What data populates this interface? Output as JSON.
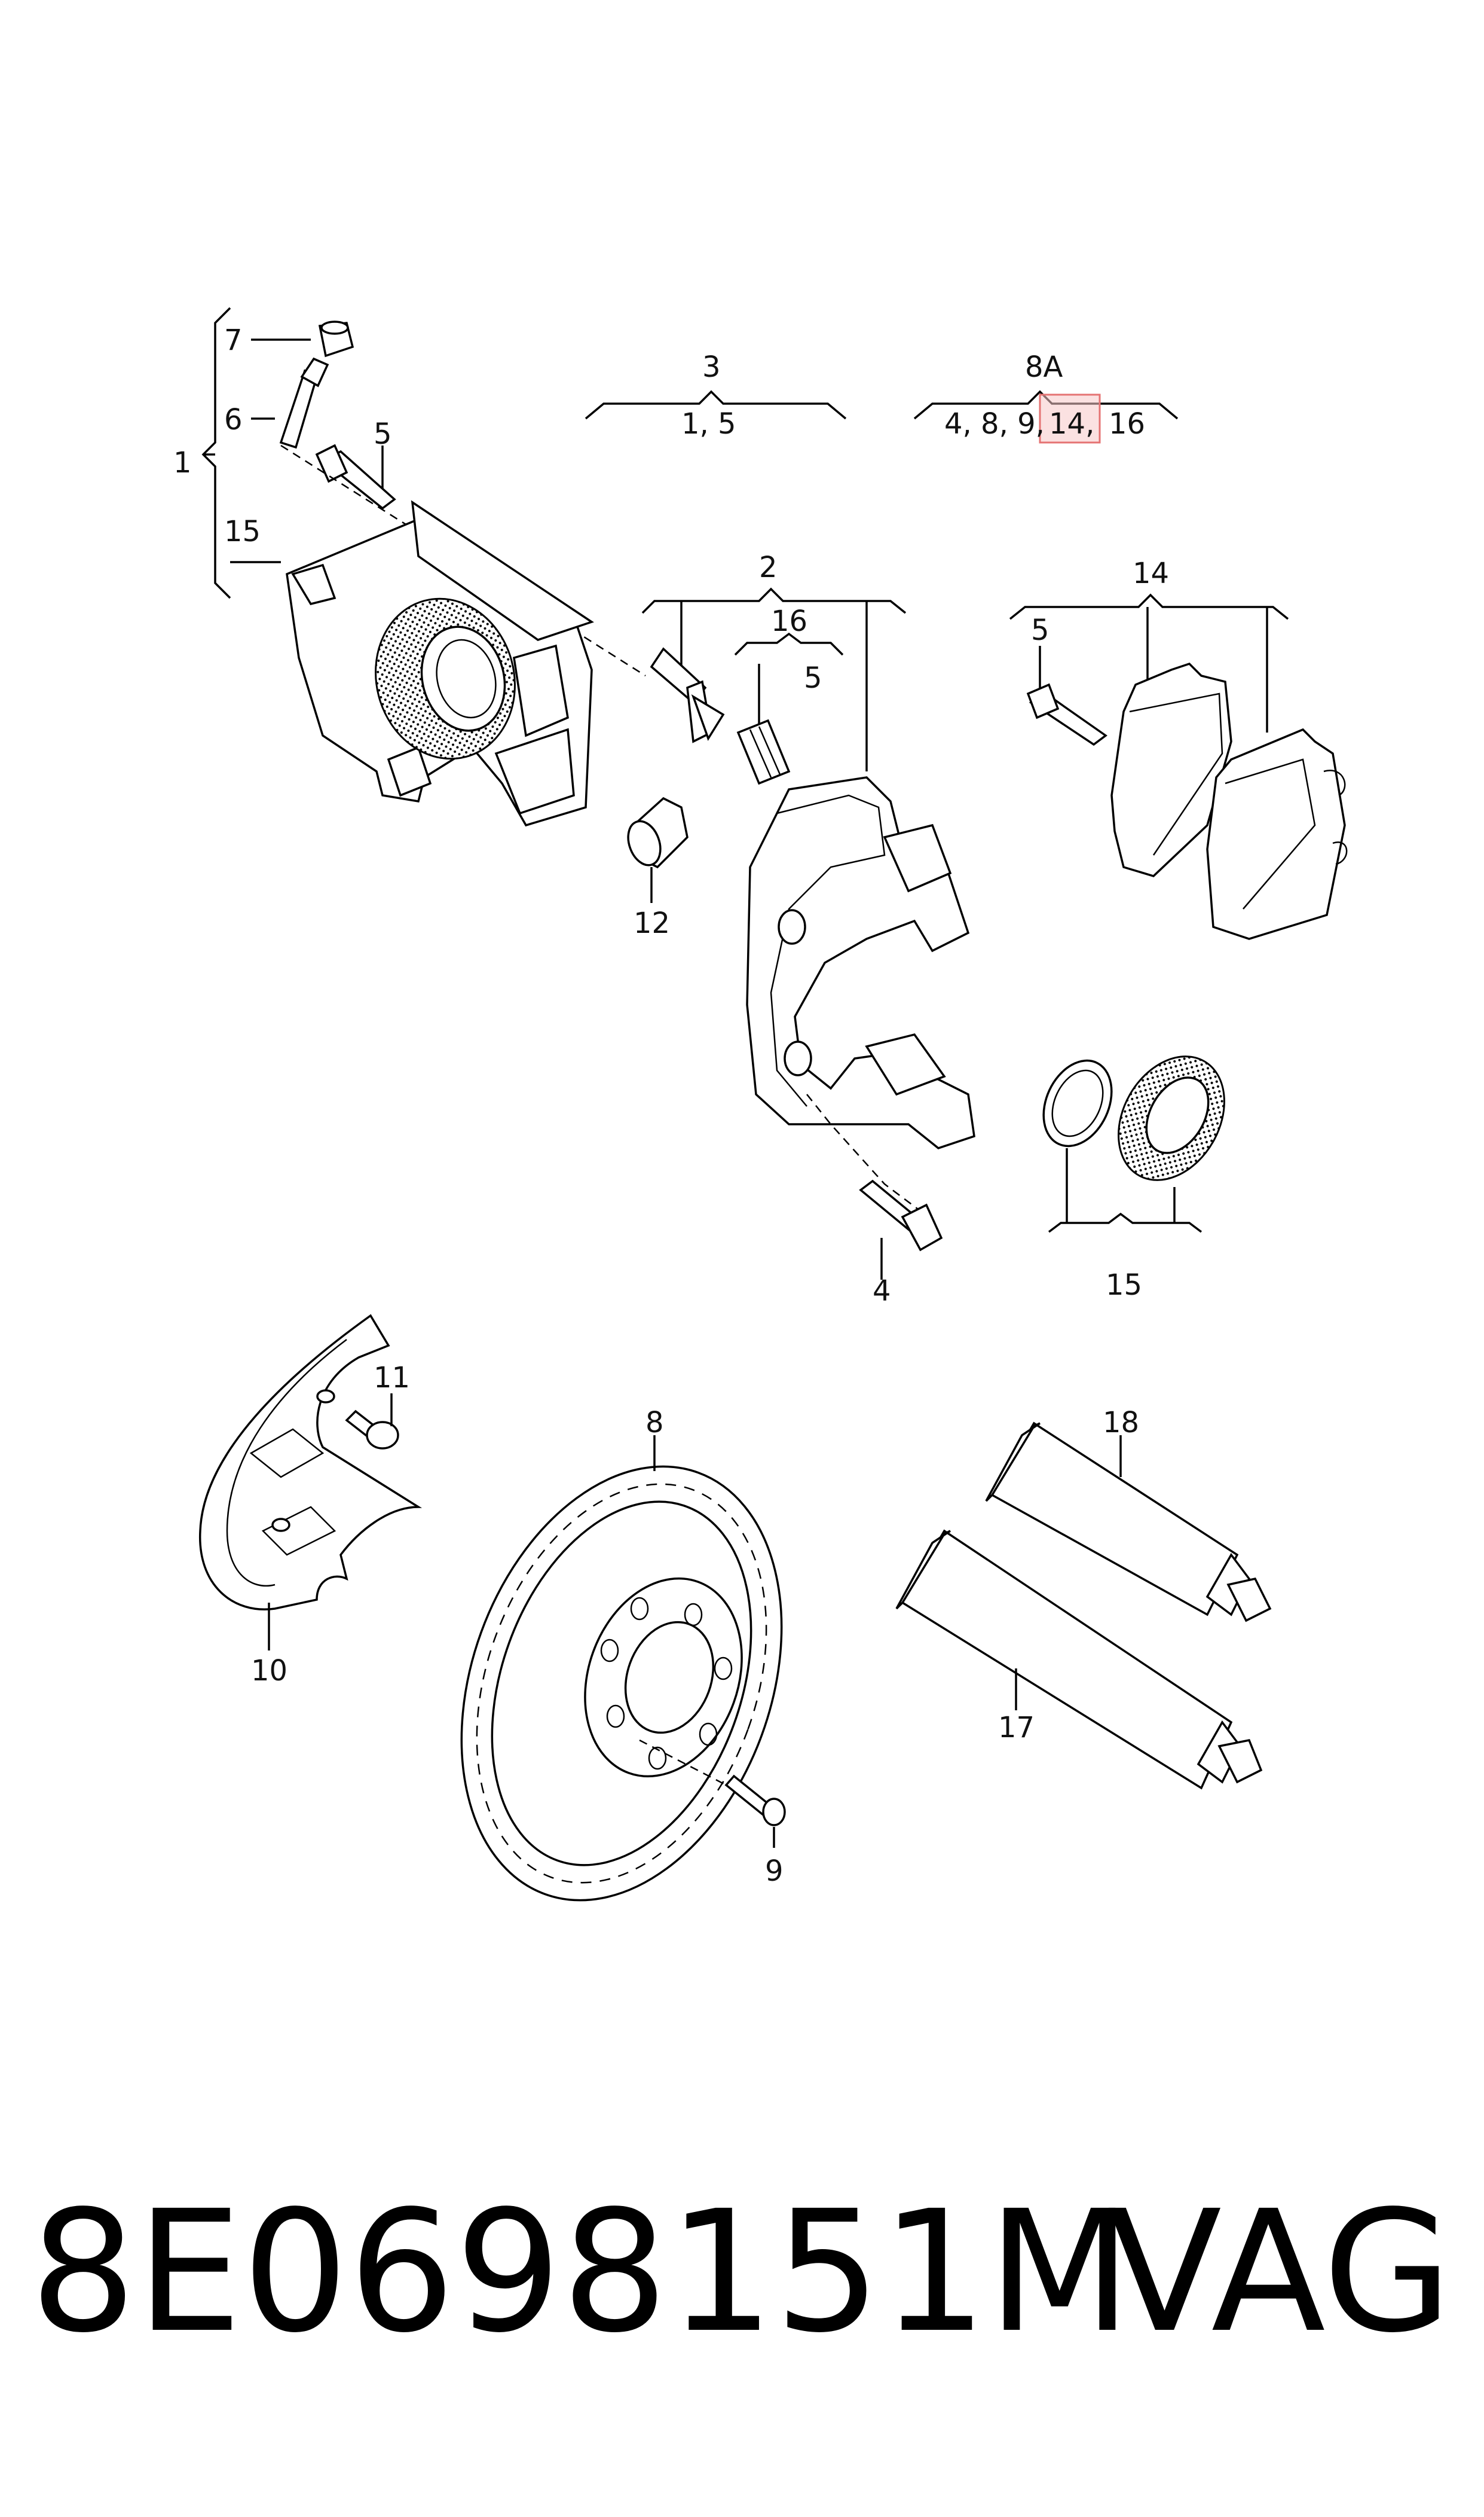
{
  "labels": {
    "l1": "1",
    "l2": "2",
    "l3": "3",
    "l3sub": "1, 5",
    "l4": "4",
    "l5a": "5",
    "l5b": "5",
    "l5c": "5",
    "l6": "6",
    "l7": "7",
    "l8": "8",
    "l8a": "8A",
    "l8a_sub_a": "4, 8, 9,",
    "l8a_sub_b": "14,",
    "l8a_sub_c": "16",
    "l9": "9",
    "l10": "10",
    "l11": "11",
    "l12": "12",
    "l14": "14",
    "l15a": "15",
    "l15b": "15",
    "l16": "16",
    "l17": "17",
    "l18": "18"
  },
  "highlight_color": "#e57373",
  "footer": {
    "part_number": "8E0698151M",
    "brand": "VAG"
  }
}
